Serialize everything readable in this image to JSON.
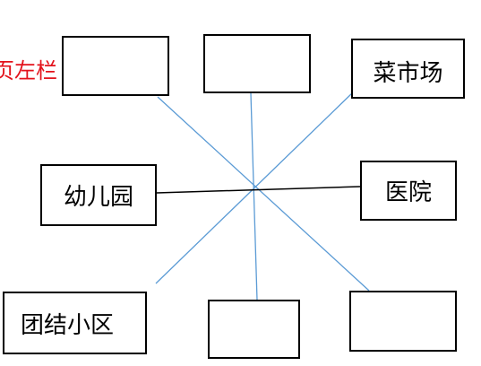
{
  "diagram": {
    "cut_label": "页左栏",
    "boxes": {
      "top_left": "",
      "top_middle": "",
      "top_right": "菜市场",
      "mid_left": "幼儿园",
      "mid_right": "医院",
      "bottom_left": "团结小区",
      "bottom_middle": "",
      "bottom_right": ""
    }
  },
  "colors": {
    "diagonal_line": "#5b9bd5",
    "horizontal_line": "#000000",
    "box_border": "#000000",
    "cut_label": "#e3121b"
  }
}
